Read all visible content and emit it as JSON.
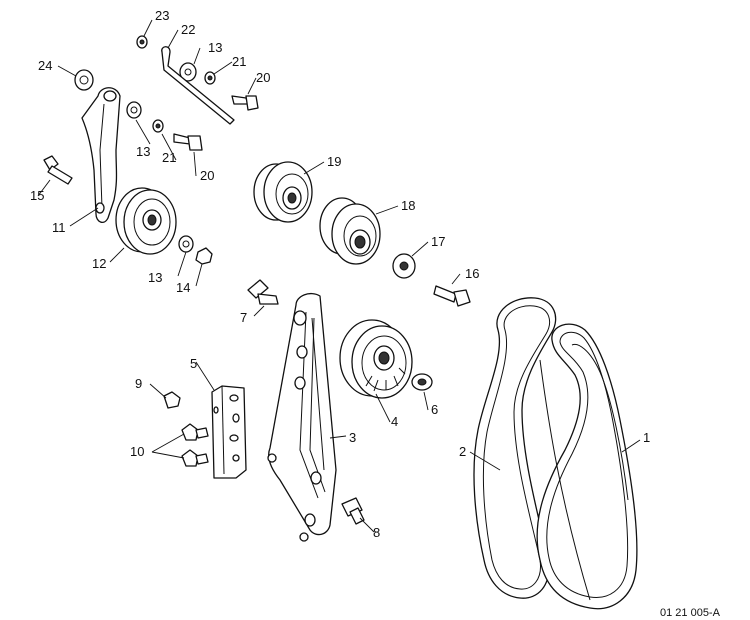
{
  "drawing_number": "01 21 005-A",
  "callouts": {
    "c1": "1",
    "c2": "2",
    "c3": "3",
    "c4": "4",
    "c5": "5",
    "c6": "6",
    "c7": "7",
    "c8": "8",
    "c9": "9",
    "c10": "10",
    "c11": "11",
    "c12": "12",
    "c13a": "13",
    "c13b": "13",
    "c13c": "13",
    "c14": "14",
    "c15": "15",
    "c16": "16",
    "c17": "17",
    "c18": "18",
    "c19": "19",
    "c20a": "20",
    "c20b": "20",
    "c21a": "21",
    "c21b": "21",
    "c22": "22",
    "c23": "23",
    "c24": "24"
  }
}
